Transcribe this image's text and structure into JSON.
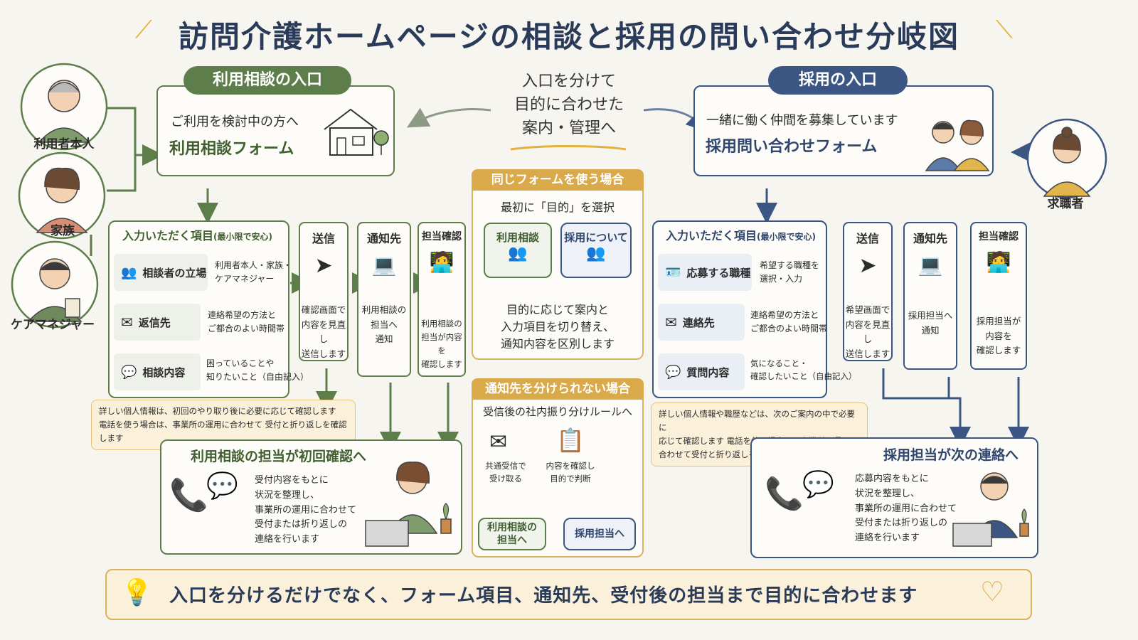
{
  "title": "訪問介護ホームページの相談と採用の問い合わせ分岐図",
  "center_message": [
    "入口を分けて",
    "目的に合わせた",
    "案内・管理へ"
  ],
  "personas": {
    "left": [
      "利用者本人",
      "家族",
      "ケアマネジャー"
    ],
    "right": "求職者"
  },
  "consult": {
    "entry_label": "利用相談の入口",
    "entry_sub": "ご利用を検討中の方へ",
    "entry_form": "利用相談フォーム",
    "fields_title": "入力いただく項目",
    "fields_title_note": "(最小限で安心)",
    "fields": [
      {
        "label": "相談者の立場",
        "desc": [
          "利用者本人・家族・",
          "ケアマネジャー"
        ]
      },
      {
        "label": "返信先",
        "desc": [
          "連絡希望の方法と",
          "ご都合のよい時間帯"
        ]
      },
      {
        "label": "相談内容",
        "desc": [
          "困っていることや",
          "知りたいこと（自由記入）"
        ]
      }
    ],
    "steps": [
      {
        "title": "送信",
        "desc": [
          "確認画面で",
          "内容を見直し",
          "送信します"
        ]
      },
      {
        "title": "通知先",
        "desc": [
          "利用相談の",
          "担当へ",
          "通知"
        ]
      },
      {
        "title": "担当確認",
        "desc": [
          "利用相談の",
          "担当が内容を",
          "確認します"
        ]
      }
    ],
    "note": [
      "詳しい個人情報は、初回のやり取り後に必要に応じて確認します",
      "電話を使う場合は、事業所の運用に合わせて 受付と折り返しを確認します"
    ],
    "followup_title": "利用相談の担当が初回確認へ",
    "followup_desc": [
      "受付内容をもとに",
      "状況を整理し、",
      "事業所の運用に合わせて",
      "受付または折り返しの",
      "連絡を行います"
    ]
  },
  "recruit": {
    "entry_label": "採用の入口",
    "entry_sub": "一緒に働く仲間を募集しています",
    "entry_form": "採用問い合わせフォーム",
    "fields_title": "入力いただく項目",
    "fields_title_note": "(最小限で安心)",
    "fields": [
      {
        "label": "応募する職種",
        "desc": [
          "希望する職種を",
          "選択・入力"
        ]
      },
      {
        "label": "連絡先",
        "desc": [
          "連絡希望の方法と",
          "ご都合のよい時間帯"
        ]
      },
      {
        "label": "質問内容",
        "desc": [
          "気になること・",
          "確認したいこと（自由記入）"
        ]
      }
    ],
    "steps": [
      {
        "title": "送信",
        "desc": [
          "希望画面で",
          "内容を見直し",
          "送信します"
        ]
      },
      {
        "title": "通知先",
        "desc": [
          "採用担当へ",
          "通知"
        ]
      },
      {
        "title": "担当確認",
        "desc": [
          "採用担当が",
          "内容を",
          "確認します"
        ]
      }
    ],
    "note": [
      "詳しい個人情報や職歴などは、次のご案内の中で必要に",
      "応じて確認します 電話を使う場合は、事業所の運用に",
      "合わせて受付と折り返しを確認します"
    ],
    "followup_title": "採用担当が次の連絡へ",
    "followup_desc": [
      "応募内容をもとに",
      "状況を整理し、",
      "事業所の運用に合わせて",
      "受付または折り返しの",
      "連絡を行います"
    ]
  },
  "same_form": {
    "title": "同じフォームを使う場合",
    "subtitle": "最初に「目的」を選択",
    "options": [
      "利用相談",
      "採用について"
    ],
    "desc": [
      "目的に応じて案内と",
      "入力項目を切り替え、",
      "通知内容を区別します"
    ]
  },
  "no_split": {
    "title": "通知先を分けられない場合",
    "subtitle": "受信後の社内振り分けルールへ",
    "step1": [
      "共通受信で",
      "受け取る"
    ],
    "step2": [
      "内容を確認し",
      "目的で判断"
    ],
    "out_consult": [
      "利用相談の",
      "担当へ"
    ],
    "out_recruit": "採用担当へ"
  },
  "footer": "入口を分けるだけでなく、フォーム項目、通知先、受付後の担当まで目的に合わせます",
  "colors": {
    "green": "#5d7d4a",
    "blue": "#3b5683",
    "gold": "#d9a94a",
    "bg": "#f7f5ef"
  }
}
